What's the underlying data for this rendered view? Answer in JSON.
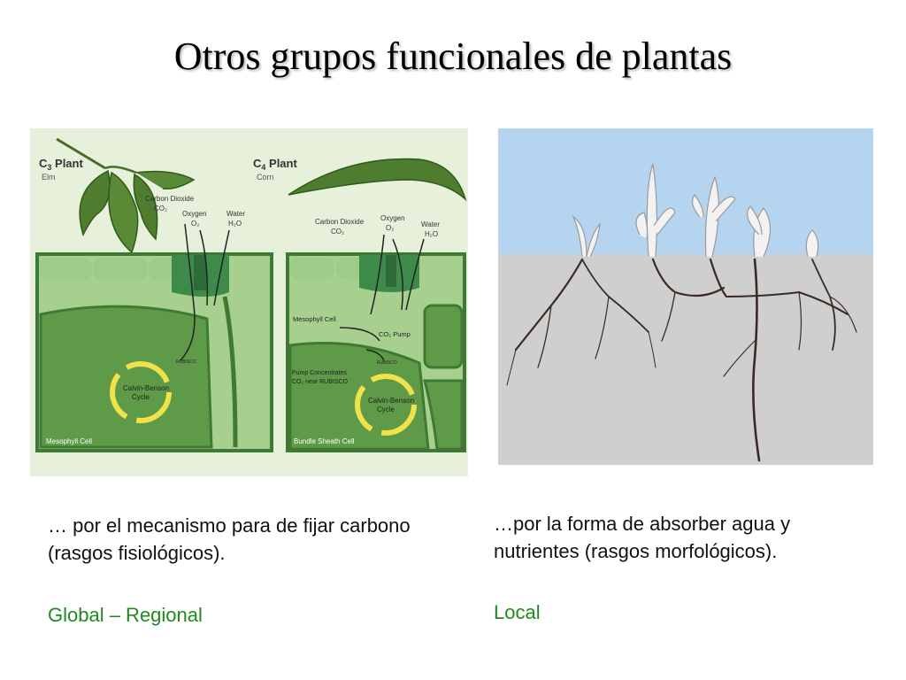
{
  "slide": {
    "title": "Otros grupos funcionales de plantas"
  },
  "left_figure": {
    "c3": {
      "heading_prefix": "C",
      "heading_sub": "3",
      "heading_suffix": " Plant",
      "species": "Elm",
      "carbon_dioxide": "Carbon Dioxide",
      "co2": "CO₂",
      "oxygen": "Oxygen",
      "o2": "O₂",
      "water": "Water",
      "h2o": "H₂O",
      "rubisco": "RUBISCO",
      "cycle_line1": "Calvin-Benson",
      "cycle_line2": "Cycle",
      "cell": "Mesophyll Cell"
    },
    "c4": {
      "heading_prefix": "C",
      "heading_sub": "4",
      "heading_suffix": " Plant",
      "species": "Corn",
      "carbon_dioxide": "Carbon Dioxide",
      "co2": "CO₂",
      "oxygen": "Oxygen",
      "o2": "O₂",
      "water": "Water",
      "h2o": "H₂O",
      "mesophyll": "Mesophyll Cell",
      "co2_pump": "CO₂ Pump",
      "pump_line1": "Pump Concentrates",
      "pump_line2": "CO₂ near RUBISCO",
      "rubisco": "RUBISCO",
      "cycle_line1": "Calvin-Benson",
      "cycle_line2": "Cycle",
      "cell": "Bundle Sheath Cell"
    }
  },
  "captions": {
    "left_text": "… por el mecanismo para de fijar carbono (rasgos fisiológicos).",
    "left_region": "Global – Regional",
    "right_text": "…por la forma de absorber agua y nutrientes (rasgos morfológicos).",
    "right_region": "Local"
  },
  "colors": {
    "region_text": "#1f8a1f",
    "panel_bg": "#e7f0da",
    "cell_green": "#8fc47a",
    "dark_green": "#3f7a35",
    "sky": "#b5d4ef",
    "soil": "#cfcfcf",
    "cycle_yellow": "#f0e24a"
  }
}
